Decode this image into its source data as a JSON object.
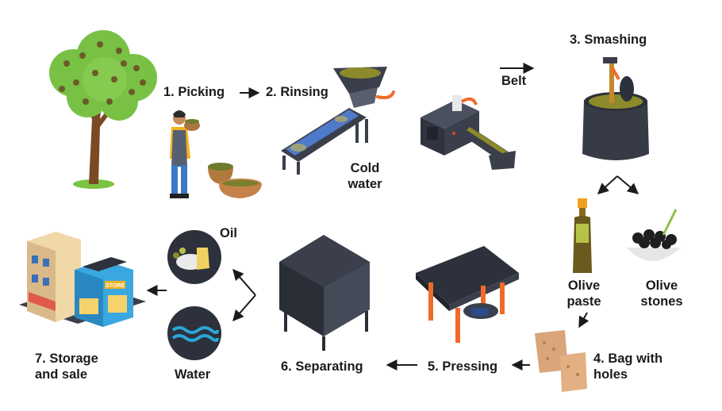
{
  "steps": {
    "picking": "1. Picking",
    "rinsing": "2. Rinsing",
    "smashing": "3. Smashing",
    "bag_line1": "4. Bag with",
    "bag_line2": "holes",
    "pressing": "5. Pressing",
    "separating": "6. Separating",
    "storage_line1": "7. Storage",
    "storage_line2": "and sale"
  },
  "labels": {
    "belt": "Belt",
    "cold_line1": "Cold",
    "cold_line2": "water",
    "olive_paste_line1": "Olive",
    "olive_paste_line2": "paste",
    "olive_stones_line1": "Olive",
    "olive_stones_line2": "stones",
    "oil": "Oil",
    "water": "Water"
  },
  "store_sign": "STORE",
  "colors": {
    "ink": "#1b1b1b",
    "machine_dark": "#3a3f4b",
    "accent_orange": "#f06a2a",
    "olive_green": "#8c8a2a",
    "leaf_green": "#6fbf3b",
    "water_blue": "#2aa6d8"
  }
}
